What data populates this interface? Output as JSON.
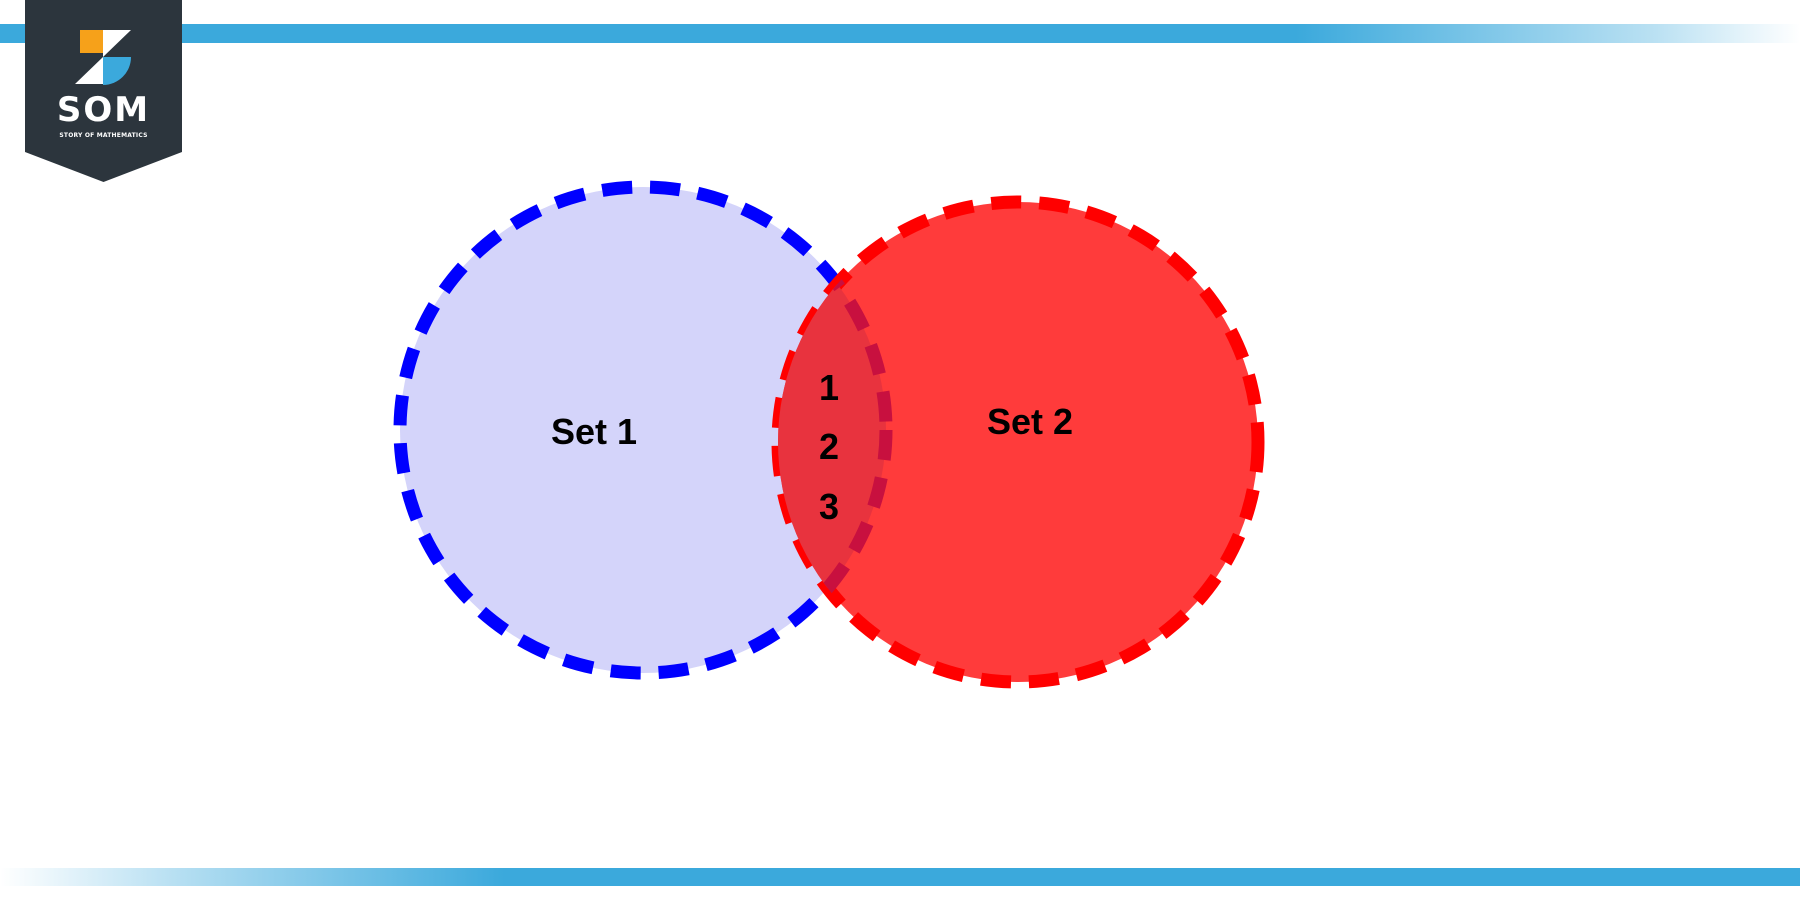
{
  "logo": {
    "abbr": "SOM",
    "full_name": "STORY OF MATHEMATICS"
  },
  "diagram": {
    "type": "venn",
    "sets": [
      {
        "label": "Set 1",
        "fill": "#d4d4fa",
        "stroke": "#0000ff"
      },
      {
        "label": "Set 2",
        "fill": "#ff3b3b",
        "stroke": "#ff0000"
      }
    ],
    "intersection": {
      "elements": [
        "1",
        "2",
        "3"
      ],
      "fill": "#e8333e",
      "stroke": "#c8103f"
    }
  },
  "colors": {
    "band": "#3ba9dc",
    "logo_bg": "#2c353d",
    "logo_orange": "#f6a11a",
    "logo_blue": "#3ba9dc"
  }
}
